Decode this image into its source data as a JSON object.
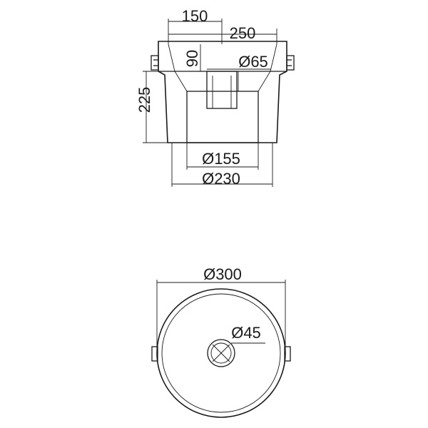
{
  "drawing": {
    "side_view": {
      "dim_top_offset": "150",
      "dim_top_width": "250",
      "dim_depth": "90",
      "dim_waste_diameter": "Ø65",
      "dim_height": "225",
      "dim_base_inner": "Ø155",
      "dim_base_outer": "Ø230"
    },
    "top_view": {
      "dim_outer_diameter": "Ø300",
      "dim_drain_diameter": "Ø45"
    }
  }
}
